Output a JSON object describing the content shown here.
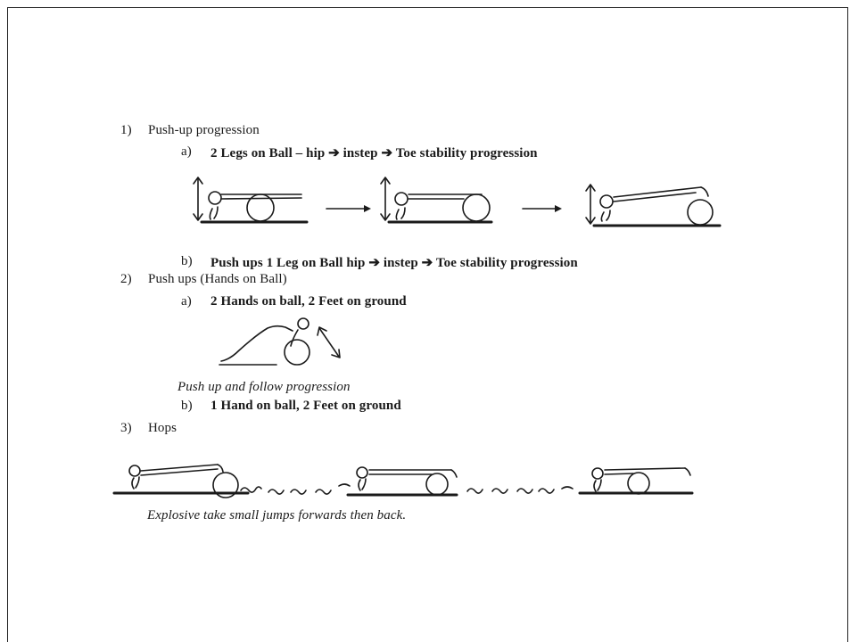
{
  "items": {
    "s1": {
      "num": "1)",
      "title": "Push-up progression"
    },
    "s1a": {
      "num": "a)",
      "text": "2 Legs on Ball – hip ➔ instep ➔ Toe stability progression"
    },
    "s1b": {
      "num": "b)",
      "text": "Push ups 1 Leg on Ball   hip ➔ instep ➔ Toe stability progression"
    },
    "s2": {
      "num": "2)",
      "title": "Push ups (Hands on Ball)"
    },
    "s2a": {
      "num": "a)",
      "text": "2 Hands on ball, 2 Feet on ground"
    },
    "s2caption": "Push up and follow progression",
    "s2b": {
      "num": "b)",
      "text": "1 Hand on ball, 2 Feet on ground"
    },
    "s3": {
      "num": "3)",
      "title": "Hops"
    },
    "s3caption": "Explosive take small jumps   forwards then back."
  },
  "figures": {
    "pushup_progression": "pushup-figures-with-arrows",
    "hands_on_ball": "hands-on-ball-figure",
    "hops": "hops-sequence-figure"
  }
}
